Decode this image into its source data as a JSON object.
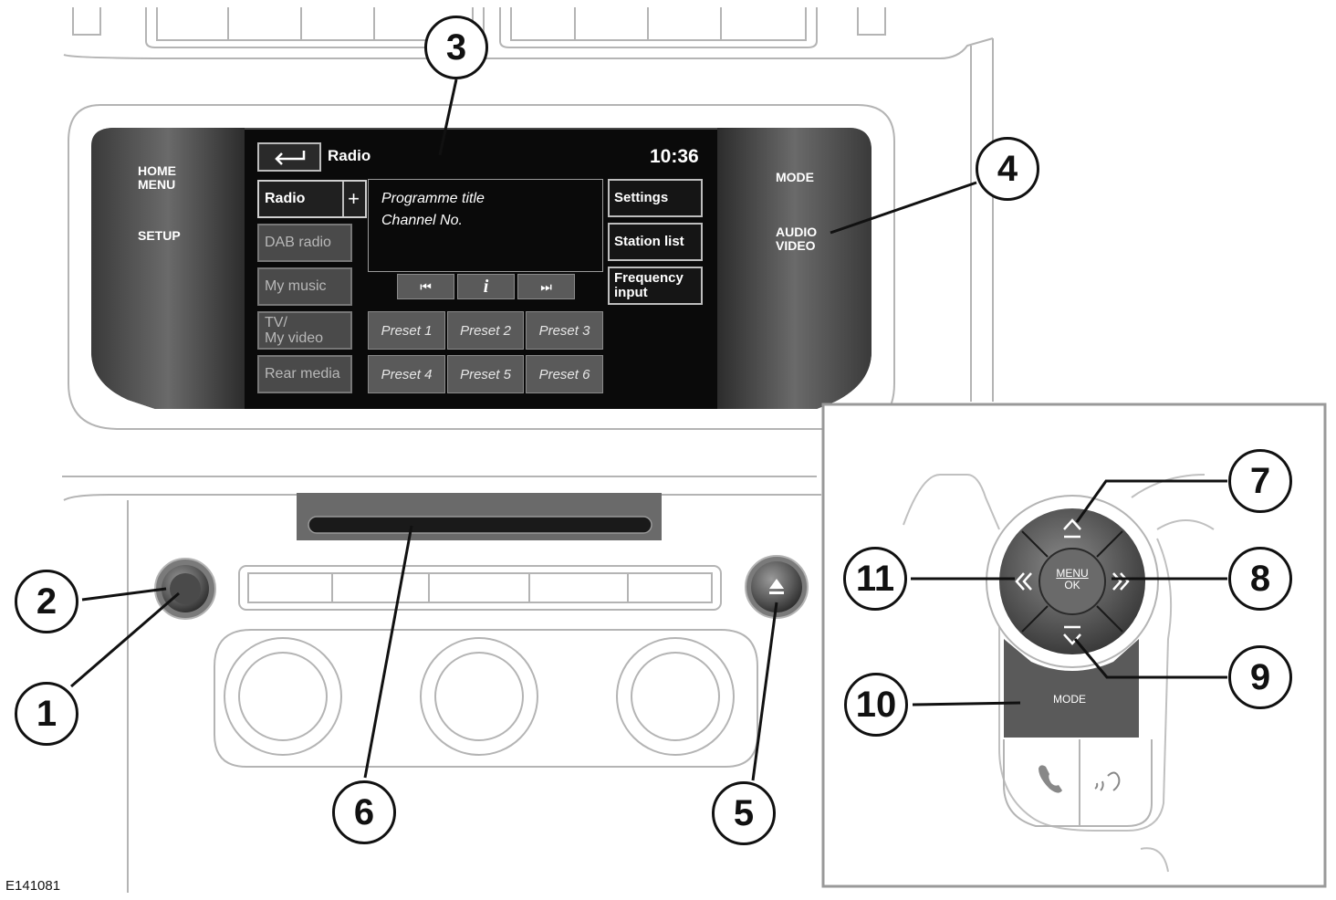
{
  "figure_id": "E141081",
  "panel": {
    "left_labels": [
      "HOME\nMENU",
      "SETUP"
    ],
    "right_labels": [
      "MODE",
      "AUDIO\nVIDEO"
    ]
  },
  "screen": {
    "title": "Radio",
    "clock": "10:36",
    "source_tabs": [
      {
        "label": "Radio",
        "extra": "+"
      },
      {
        "label": "DAB radio"
      },
      {
        "label": "My music"
      },
      {
        "label": "TV/\nMy video"
      },
      {
        "label": "Rear media"
      }
    ],
    "info": {
      "line1": "Programme title",
      "line2": "Channel No."
    },
    "transport": {
      "prev": "⏮",
      "info": "i",
      "next": "⏭"
    },
    "side_buttons": [
      "Settings",
      "Station list",
      "Frequency\ninput"
    ],
    "presets": [
      "Preset 1",
      "Preset 2",
      "Preset 3",
      "Preset 4",
      "Preset 5",
      "Preset 6"
    ]
  },
  "steering_control": {
    "center_top": "MENU",
    "center_bottom": "OK",
    "mode_label": "MODE"
  },
  "callouts": [
    "1",
    "2",
    "3",
    "4",
    "5",
    "6",
    "7",
    "8",
    "9",
    "10",
    "11"
  ],
  "colors": {
    "line": "#b4b4b4",
    "screen": "#0a0a0a",
    "bezel": "#5a5a5a",
    "callout": "#111111"
  }
}
